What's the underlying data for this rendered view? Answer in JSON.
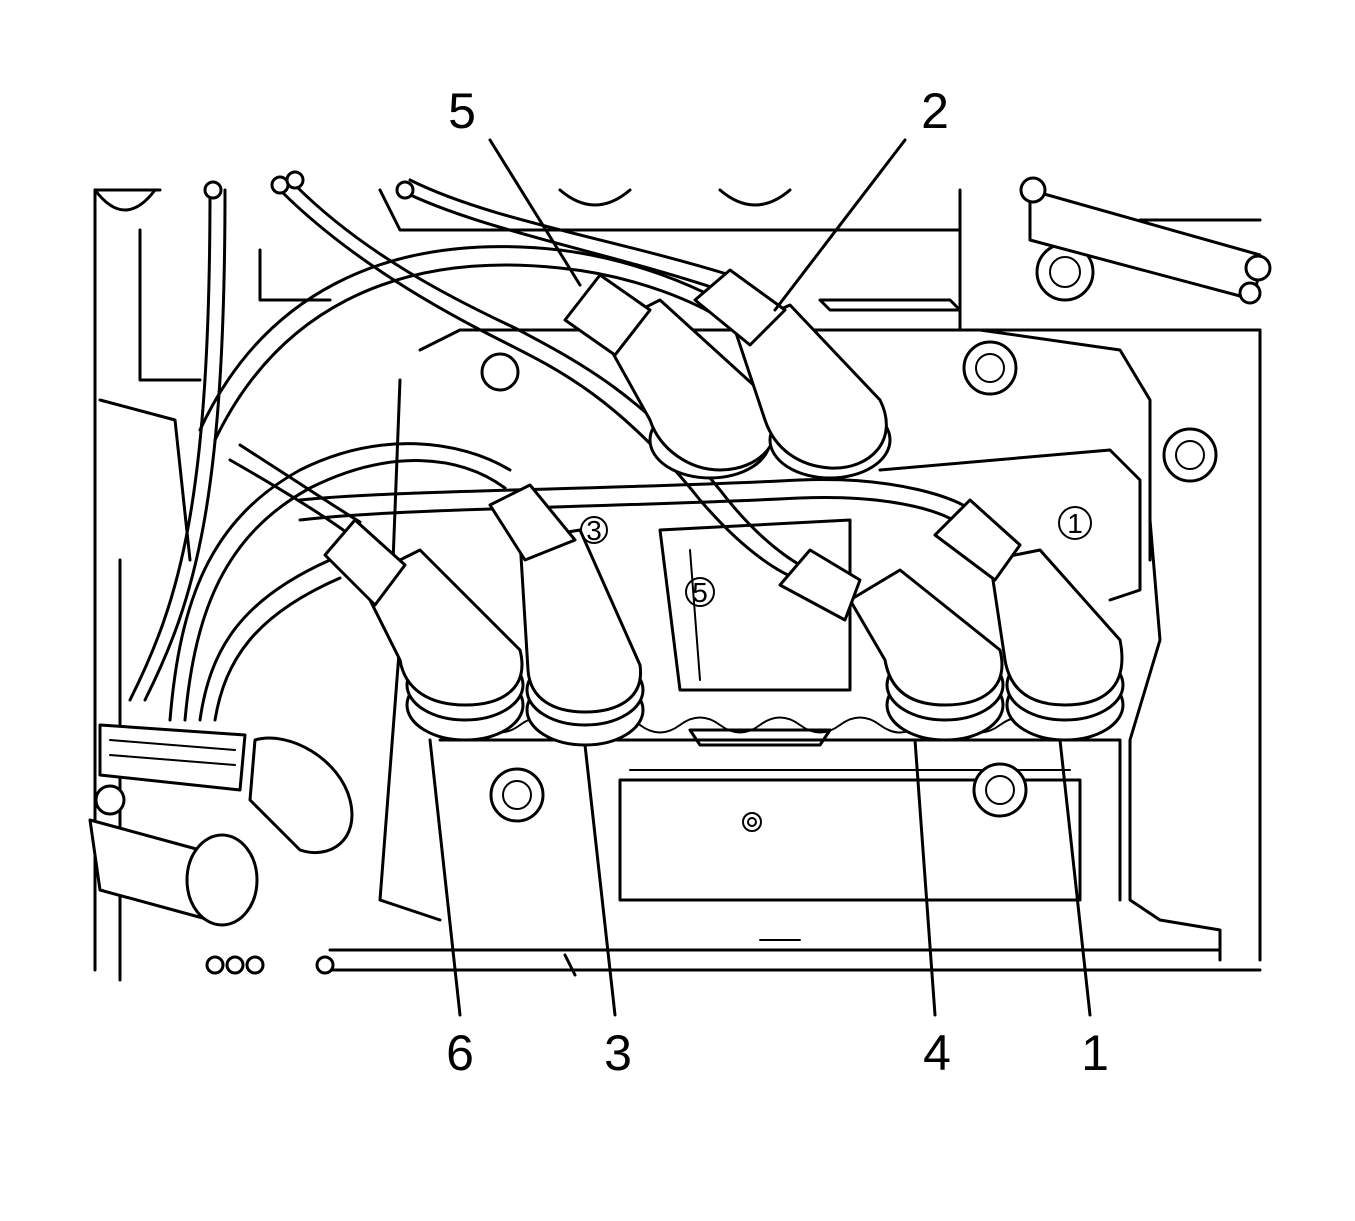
{
  "callouts": {
    "top": [
      "5",
      "2"
    ],
    "bottom": [
      "6",
      "3",
      "4",
      "1"
    ]
  },
  "cast_markings": {
    "cyl_1": "1",
    "cyl_3": "3",
    "cyl_5": "5"
  }
}
